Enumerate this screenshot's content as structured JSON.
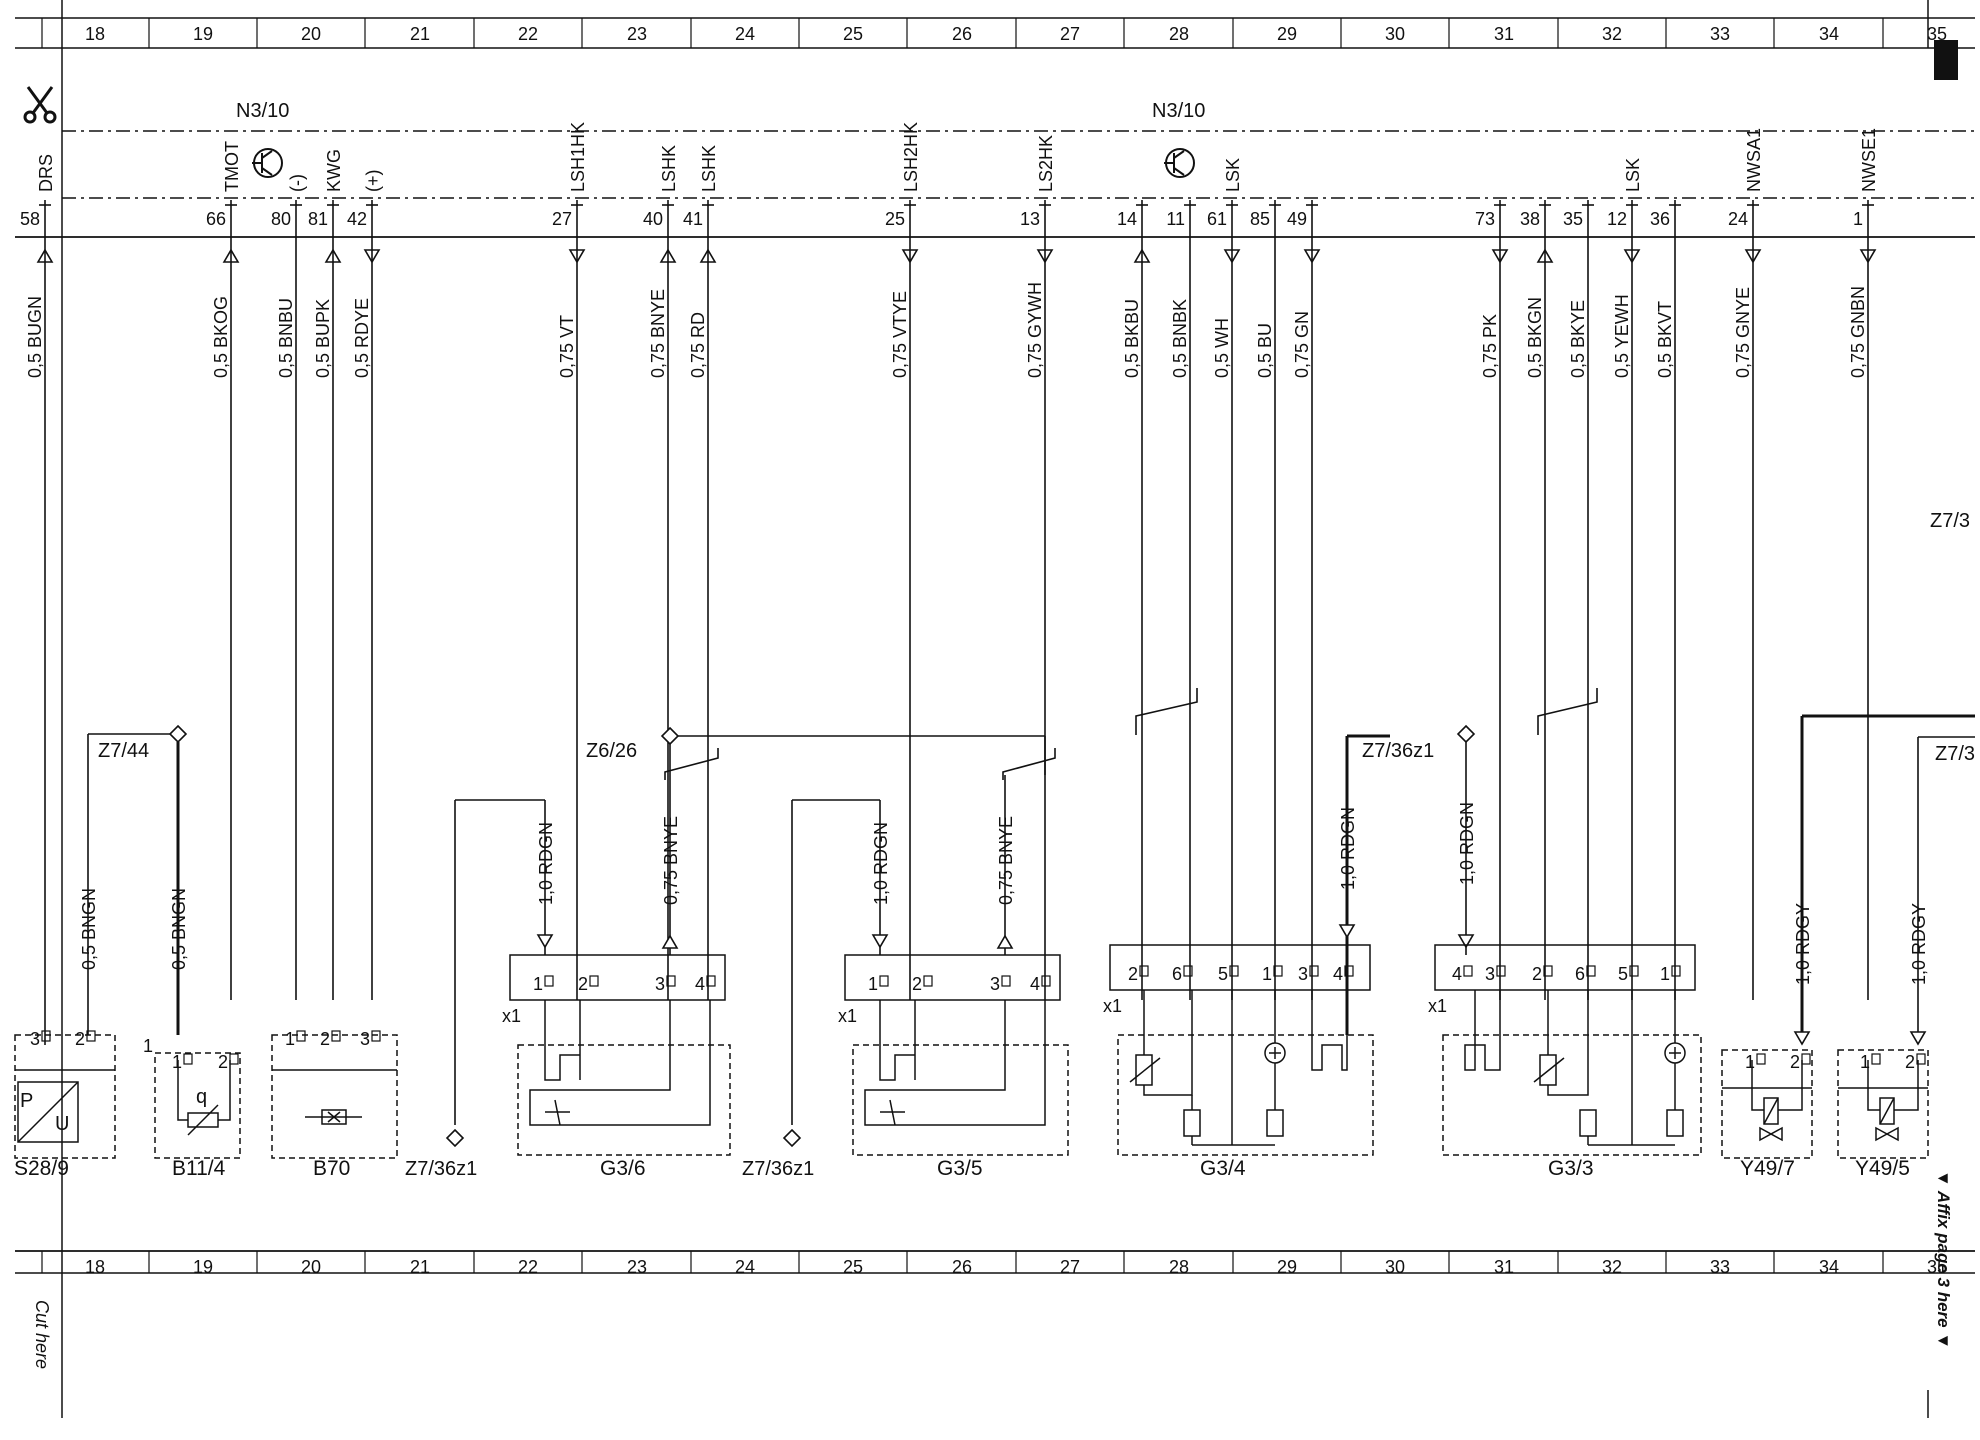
{
  "grid": {
    "columns": [
      "18",
      "19",
      "20",
      "21",
      "22",
      "23",
      "24",
      "25",
      "26",
      "27",
      "28",
      "29",
      "30",
      "31",
      "32",
      "33",
      "34",
      "35"
    ]
  },
  "control_unit": {
    "name_left": "N3/10",
    "name_right": "N3/10"
  },
  "signals": [
    {
      "id": "drs",
      "label": "DRS",
      "pin": "58",
      "wire": "0,5 BUGN",
      "dir": "up"
    },
    {
      "id": "tmot",
      "label": "TMOT",
      "pin": "66",
      "wire": "0,5 BKOG",
      "dir": "up"
    },
    {
      "id": "minus",
      "label": "(-)",
      "pin": "80",
      "wire": "0,5 BNBU",
      "dir": "none"
    },
    {
      "id": "kwg",
      "label": "KWG",
      "pin": "81",
      "wire": "0,5 BUPK",
      "dir": "up"
    },
    {
      "id": "plus",
      "label": "(+)",
      "pin": "42",
      "wire": "0,5 RDYE",
      "dir": "down"
    },
    {
      "id": "lsh1hk",
      "label": "LSH1HK",
      "pin": "27",
      "wire": "0,75 VT",
      "dir": "down"
    },
    {
      "id": "lshk",
      "label": "LSHK",
      "pin": "40",
      "wire": "0,75 BNYE",
      "dir": "up"
    },
    {
      "id": "lshk2",
      "label": "LSHK",
      "pin": "41",
      "wire": "0,75 RD",
      "dir": "up"
    },
    {
      "id": "lsh2hk",
      "label": "LSH2HK",
      "pin": "25",
      "wire": "0,75 VTYE",
      "dir": "down"
    },
    {
      "id": "ls2hk",
      "label": "LS2HK",
      "pin": "13",
      "wire": "0,75 GYWH",
      "dir": "down"
    },
    {
      "id": "g34p2",
      "label": "",
      "pin": "14",
      "wire": "0,5 BKBU",
      "dir": "up"
    },
    {
      "id": "g34p6",
      "label": "",
      "pin": "11",
      "wire": "0,5 BNBK",
      "dir": "none"
    },
    {
      "id": "lsk",
      "label": "LSK",
      "pin": "61",
      "wire": "0,5 WH",
      "dir": "down"
    },
    {
      "id": "g34p1",
      "label": "",
      "pin": "85",
      "wire": "0,5 BU",
      "dir": "none"
    },
    {
      "id": "g34p3",
      "label": "",
      "pin": "49",
      "wire": "0,75 GN",
      "dir": "down"
    },
    {
      "id": "g33p3",
      "label": "",
      "pin": "73",
      "wire": "0,75 PK",
      "dir": "down"
    },
    {
      "id": "g33p2",
      "label": "",
      "pin": "38",
      "wire": "0,5 BKGN",
      "dir": "up"
    },
    {
      "id": "g33p6",
      "label": "",
      "pin": "35",
      "wire": "0,5 BKYE",
      "dir": "none"
    },
    {
      "id": "lsk2",
      "label": "LSK",
      "pin": "12",
      "wire": "0,5 YEWH",
      "dir": "down"
    },
    {
      "id": "g33p1",
      "label": "",
      "pin": "36",
      "wire": "0,5 BKVT",
      "dir": "none"
    },
    {
      "id": "nwsa1",
      "label": "NWSA1",
      "pin": "24",
      "wire": "0,75 GNYE",
      "dir": "down"
    },
    {
      "id": "nwse1",
      "label": "NWSE1",
      "pin": "1",
      "wire": "0,75 GNBN",
      "dir": "down"
    }
  ],
  "junctions": {
    "z7_44": "Z7/44",
    "z6_26": "Z6/26",
    "z7_36z1": "Z7/36z1",
    "z7_3": "Z7/3",
    "z7_3b": "Z7/3",
    "z7_36z1_a": "Z7/36z1",
    "z7_36z1_b": "Z7/36z1"
  },
  "lower_wires": {
    "w1": "0,5 BNGN",
    "w2": "0,5 BNGN",
    "g36_rdgn": "1,0 RDGN",
    "g36_bnye": "0,75 BNYE",
    "g35_rdgn": "1,0 RDGN",
    "g35_bnye": "0,75 BNYE",
    "g34_rdgn": "1,0 RDGN",
    "g33_rdgn": "1,0 RDGN",
    "y497_rdgy": "1,0 RDGY",
    "y495_rdgy": "1,0 RDGY"
  },
  "components": [
    {
      "id": "s28",
      "label": "S28/9",
      "pins": [
        "3",
        "2"
      ]
    },
    {
      "id": "b114",
      "label": "B11/4",
      "pins": [
        "1",
        "2"
      ]
    },
    {
      "id": "b70",
      "label": "B70",
      "pins": [
        "1",
        "2",
        "3"
      ]
    },
    {
      "id": "g36",
      "label": "G3/6",
      "pins": [
        "1",
        "2",
        "3",
        "4"
      ]
    },
    {
      "id": "g35",
      "label": "G3/5",
      "pins": [
        "1",
        "2",
        "3",
        "4"
      ]
    },
    {
      "id": "g34",
      "label": "G3/4",
      "pins": [
        "2",
        "6",
        "5",
        "1",
        "3",
        "4"
      ]
    },
    {
      "id": "g33",
      "label": "G3/3",
      "pins": [
        "4",
        "3",
        "2",
        "6",
        "5",
        "1"
      ]
    },
    {
      "id": "y497",
      "label": "Y49/7",
      "pins": [
        "1",
        "2"
      ]
    },
    {
      "id": "y495",
      "label": "Y49/5",
      "pins": [
        "1",
        "2"
      ]
    }
  ],
  "connector_tag": "x1",
  "b114_pin_prefix": "1",
  "sensor_symbol": "q",
  "s28_symbols": [
    "P",
    "U"
  ],
  "margin": {
    "cut_here": "Cut here",
    "affix": "▼ Affix page 3 here ▼"
  }
}
